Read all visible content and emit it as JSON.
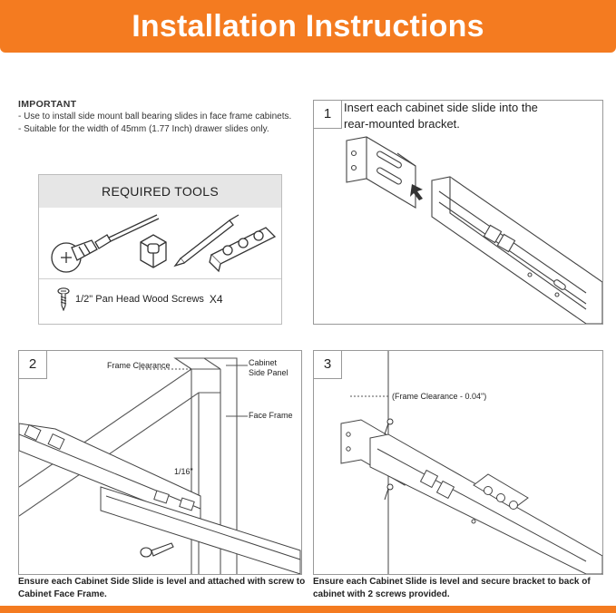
{
  "header": {
    "title": "Installation Instructions"
  },
  "important": {
    "title": "IMPORTANT",
    "lines": [
      "- Use to install side mount ball bearing slides in face frame cabinets.",
      "- Suitable for the width of 45mm (1.77 Inch) drawer slides only."
    ]
  },
  "tools": {
    "title": "REQUIRED TOOLS",
    "screws_label": "1/2\" Pan Head Wood Screws",
    "screws_qty": "X4"
  },
  "step1": {
    "number": "1",
    "text": "Insert each cabinet side slide into the rear-mounted bracket."
  },
  "step2": {
    "number": "2",
    "labels": {
      "frame_clearance": "Frame Clearance",
      "cabinet_side_panel": "Cabinet\nSide Panel",
      "face_frame": "Face Frame",
      "gap": "1/16\""
    },
    "caption": "Ensure each Cabinet Side Slide is level and attached with  screw to Cabinet Face Frame."
  },
  "step3": {
    "number": "3",
    "labels": {
      "clearance": "(Frame Clearance - 0.04\")"
    },
    "caption": "Ensure each Cabinet Slide is level and secure bracket to back of cabinet with 2 screws provided."
  },
  "colors": {
    "accent": "#f47b20",
    "header_text": "#ffffff",
    "tools_header_bg": "#e6e6e6",
    "line": "#555555"
  },
  "icons": [
    "screwdriver-icon",
    "nut-icon",
    "pencil-icon",
    "bracket-icon",
    "screw-icon"
  ]
}
